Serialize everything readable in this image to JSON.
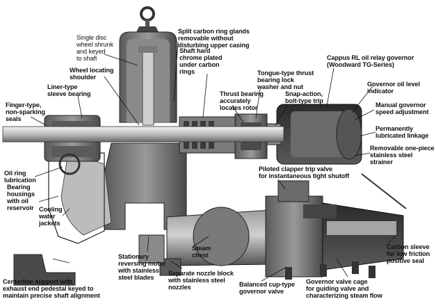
{
  "callouts": {
    "single_disc_wheel": "Single disc\nwheel shrunk\nand keyed\nto shaft",
    "split_carbon_ring": "Split carbon ring glands\nremovable without\ndisturbing upper casing",
    "wheel_locating_shoulder": "Wheel locating\nshoulder",
    "shaft_hard_chrome": "Shaft hard\nchrome plated\nunder carbon\nrings",
    "tongue_type_thrust": "Tongue-type thrust\nbearing lock\nwasher and nut",
    "cappus_governor": "Cappus RL oil relay governor\n(Woodward TG-Series)",
    "liner_type_bearing": "Liner-type\nsleeve bearing",
    "thrust_bearing": "Thrust bearing\naccurately\nlocates rotor",
    "snap_action_trip": "Snap-action,\nbolt-type trip",
    "governor_oil_level": "Governor oil level\nindicator",
    "finger_type_seals": "Finger-type,\nnon-sparking\nseals",
    "manual_governor": "Manual governor\nspeed adjustment",
    "permanently_lubricated": "Permanently\nlubricated linkage",
    "removable_strainer": "Removable one-piece\nstainless steel strainer",
    "oil_ring_lubrication": "Oil ring\nlubrication",
    "piloted_clapper": "Piloted clapper trip valve\nfor instantaneous tight shutoff",
    "bearing_housings": "Bearing\nhousings\nwith oil\nreservoir",
    "cooling_water_jackets": "Cooling\nwater\njackets",
    "steam_chest": "Steam\nchest",
    "carbon_sleeve": "Carbon sleeve\nfor low friction\npositive seal",
    "centerline_support": "Centerline support with\nexhaust end pedestal keyed to\nmaintain precise shaft alignment",
    "stationary_reversing": "Stationary\nreversing motor\nwith stainless\nsteel blades",
    "separate_nozzle_block": "Separate nozzle block\nwith stainless steel\nnozzles",
    "balanced_cup_valve": "Balanced cup-type\ngovernor valve",
    "governor_valve_cage": "Governor valve cage\nfor guiding valve and\ncharacterizing steam flow"
  },
  "colors": {
    "casing_dark": "#3c3c3c",
    "casing_mid": "#6e6e6e",
    "casing_light": "#a8a8a8",
    "shaft": "#d8d8d8",
    "background": "#ffffff",
    "text": "#111111"
  }
}
